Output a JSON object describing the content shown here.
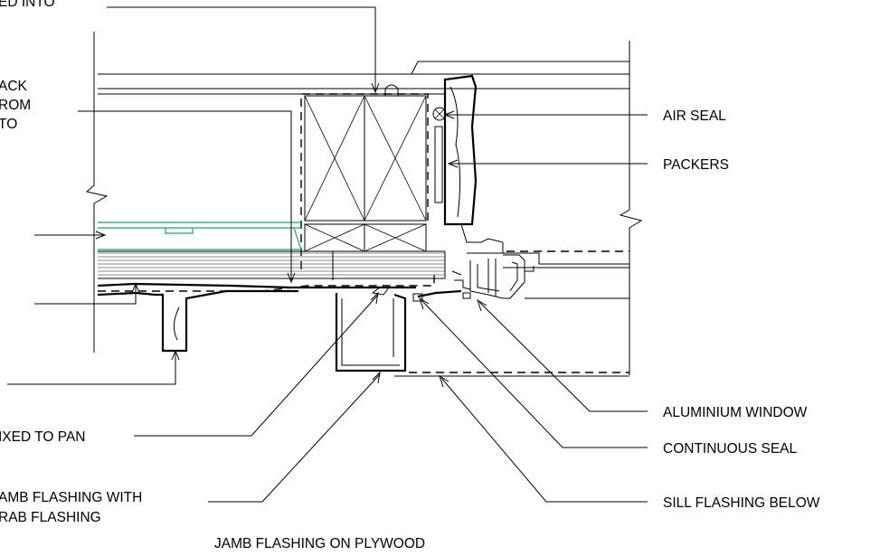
{
  "labels": {
    "fixed_into": "ED INTO",
    "back_from_line1": "ACK",
    "back_from_line2": "ROM",
    "back_from_line3": "TO",
    "air_seal": "AIR SEAL",
    "packers": "PACKERS",
    "fixed_to_pan": "IXED TO PAN",
    "aluminium_window": "ALUMINIUM WINDOW",
    "continuous_seal": "CONTINUOUS SEAL",
    "jamb_flashing_line1": "AMB FLASHING WITH",
    "jamb_flashing_line2": "RAB FLASHING",
    "sill_flashing_below": "SILL FLASHING BELOW",
    "jamb_flashing_plywood": "JAMB FLASHING ON PLYWOOD"
  }
}
